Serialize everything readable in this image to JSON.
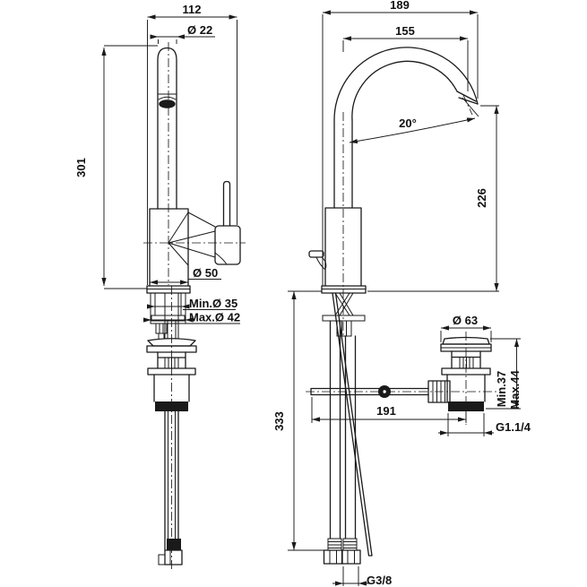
{
  "drawing": {
    "background": "#ffffff",
    "line_color": "#1a1a1a",
    "side_view": {
      "dims": {
        "overall_width": "112",
        "spout_diameter": "Ø 22",
        "height": "301",
        "body_diameter": "Ø 50",
        "min_hole": "Min.Ø 35",
        "max_hole": "Max.Ø 42"
      }
    },
    "front_view": {
      "dims": {
        "overall_width": "189",
        "spout_reach": "155",
        "spout_angle": "20°",
        "spout_height": "226",
        "under_counter_depth": "333",
        "rod_length": "191",
        "waste_diameter": "Ø 63",
        "waste_min": "Min.37",
        "waste_max": "Max.44",
        "waste_thread": "G1.1/4",
        "supply_thread": "G3/8"
      }
    }
  }
}
